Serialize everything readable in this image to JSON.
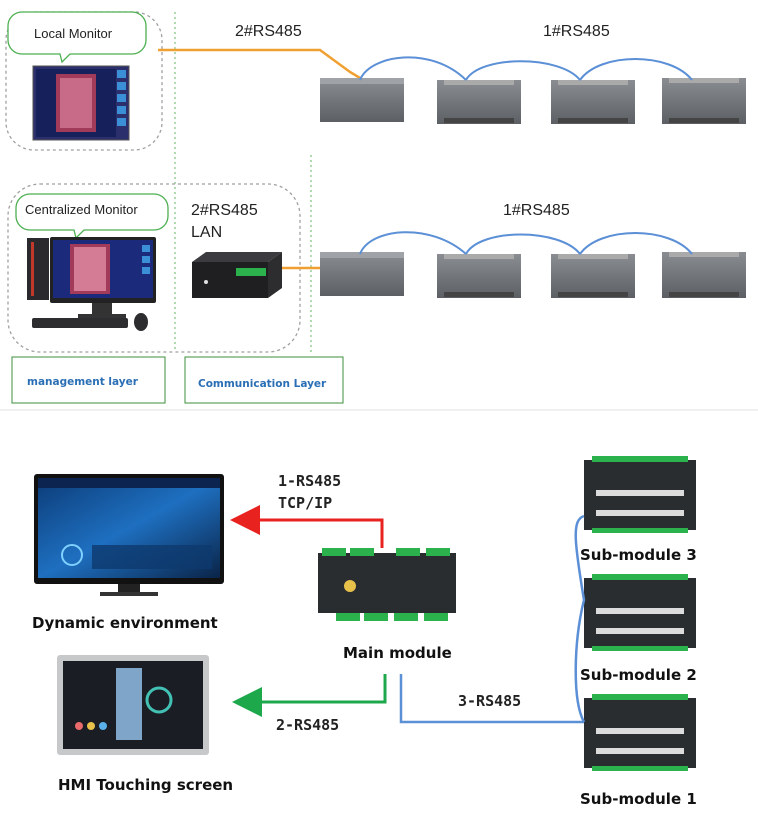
{
  "top": {
    "local_monitor": "Local Monitor",
    "centralized_monitor": "Centralized Monitor",
    "bus_label_top_left": "2#RS485",
    "bus_label_top_right": "1#RS485",
    "bus_label_mid_left_1": "2#RS485",
    "bus_label_mid_left_2": "LAN",
    "bus_label_mid_right": "1#RS485",
    "management_layer": "management layer",
    "communication_layer": "Communication Layer"
  },
  "bottom": {
    "link_1_line1": "1-RS485",
    "link_1_line2": "TCP/IP",
    "link_2": "2-RS485",
    "link_3": "3-RS485",
    "dynamic_environment": "Dynamic environment",
    "hmi_screen": "HMI Touching screen",
    "main_module": "Main module",
    "sub_module_3": "Sub-module 3",
    "sub_module_2": "Sub-module 2",
    "sub_module_1": "Sub-module 1"
  },
  "colors": {
    "orange_link": "#f0a030",
    "blue_link": "#5b8fd6",
    "red_link": "#e8231f",
    "green_link": "#1ea84c",
    "layer_green": "#3e8f3e",
    "layer_text": "#2a6fb5"
  }
}
